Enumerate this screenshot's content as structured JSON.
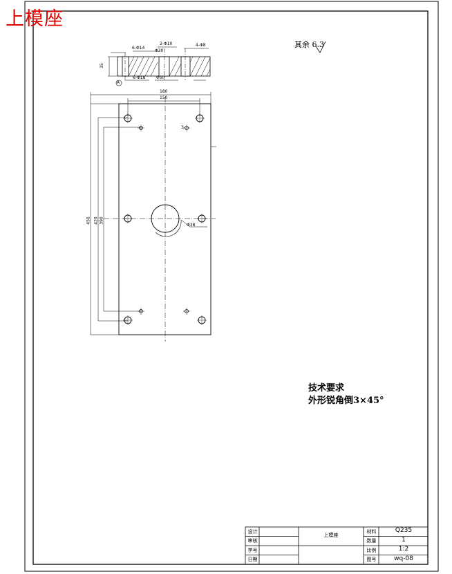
{
  "sheet_label": "上模座",
  "surface_note": "其余 6.3",
  "technical_requirements": {
    "title": "技术要求",
    "items": [
      "外形锐角倒3×45°"
    ]
  },
  "dimensions": {
    "top_width": "180",
    "inner_width": "150",
    "height_overall": "450",
    "height_inner": "420",
    "height_inner2": "390",
    "thickness": "35",
    "hole_a": "6-Φ14",
    "hole_b": "6-Φ18",
    "hole_c": "Φ30",
    "hole_d": "Φ50",
    "hole_e": "2-Φ10",
    "hole_f": "4-Φ8",
    "hole_g": "Φ38",
    "chamfer_small": "3",
    "section_label": "A"
  },
  "title_block": {
    "part_name": "上模座",
    "material": "Q235",
    "quantity": "1",
    "scale": "1:2",
    "drawing_no": "wq-08",
    "rows_left": [
      "设计",
      "审核",
      "学号",
      "日期"
    ],
    "rows_right": [
      "材料",
      "数量",
      "比例",
      "图号"
    ]
  }
}
